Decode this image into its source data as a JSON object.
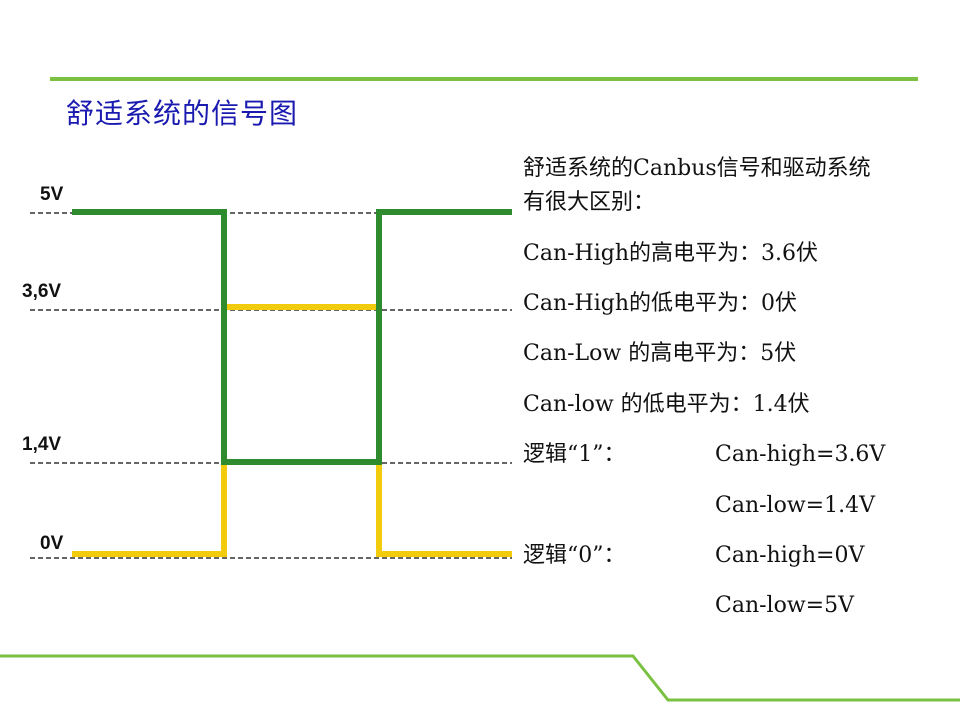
{
  "slide": {
    "title": "舒适系统的信号图"
  },
  "diagram": {
    "levels": [
      {
        "label": "5V",
        "value": 5.0
      },
      {
        "label": "3,6V",
        "value": 3.6
      },
      {
        "label": "1,4V",
        "value": 1.4
      },
      {
        "label": "0V",
        "value": 0.0
      }
    ],
    "signals": {
      "can_high_color": "#f2cc0c",
      "can_low_color": "#2e8b2e",
      "accent_line_color": "#7ac142"
    }
  },
  "info": {
    "intro_line1": "舒适系统的Canbus信号和驱动系统",
    "intro_line2": "有很大区别：",
    "high_high": "Can-High的高电平为：3.6伏",
    "high_low": "Can-High的低电平为：0伏",
    "low_high": "Can-Low 的高电平为：5伏",
    "low_low": "Can-low 的低电平为：1.4伏",
    "logic1_label": "逻辑“1”：",
    "logic1_high": "Can-high=3.6V",
    "logic1_low": "Can-low=1.4V",
    "logic0_label": "逻辑“0”：",
    "logic0_high": "Can-high=0V",
    "logic0_low": "Can-low=5V"
  }
}
